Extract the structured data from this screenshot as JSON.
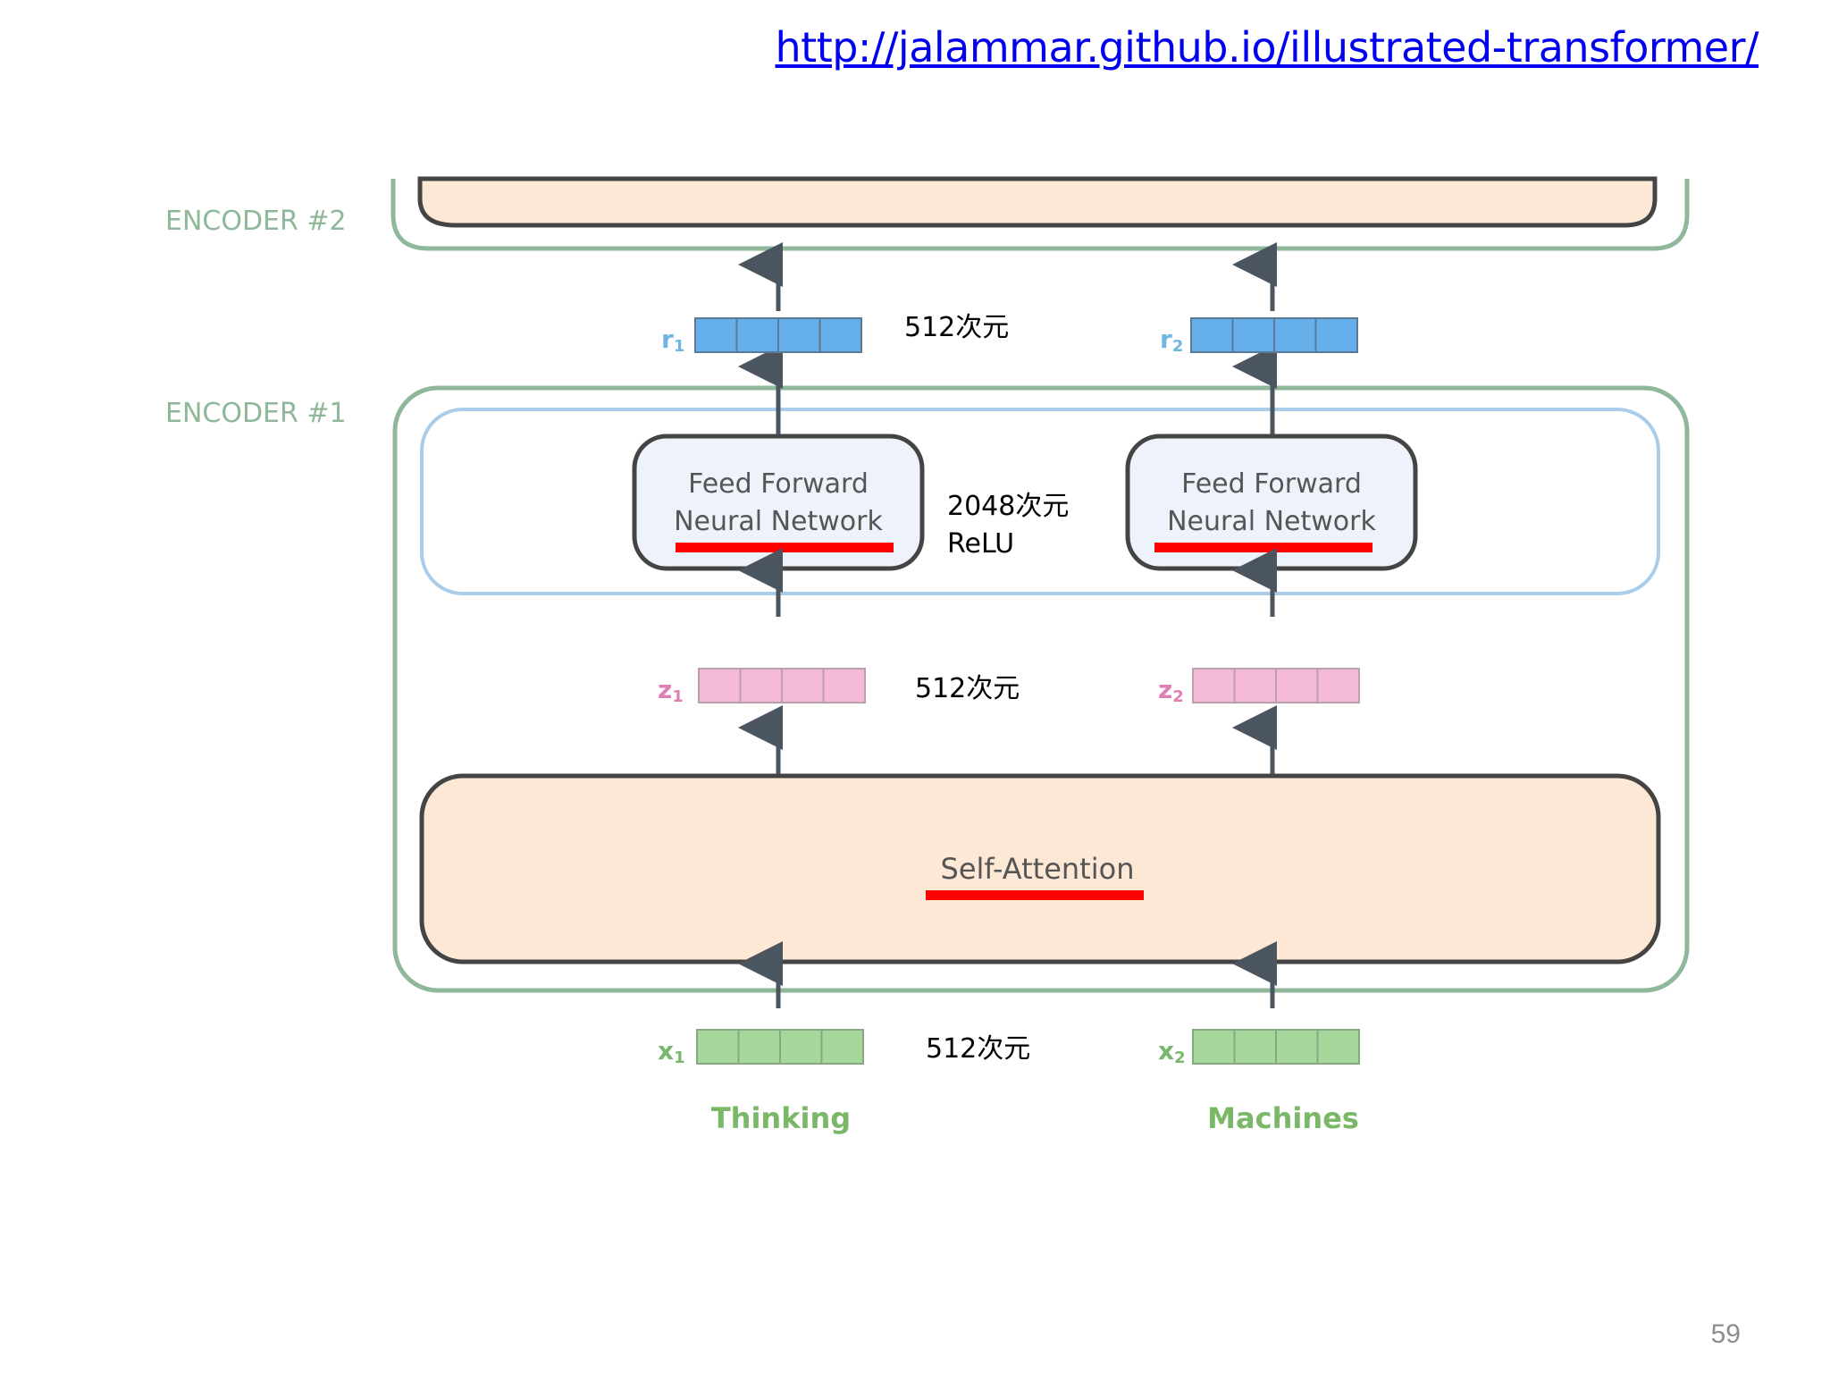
{
  "header": {
    "url": "http://jalammar.github.io/illustrated-transformer/"
  },
  "footer": {
    "page_number": "59"
  },
  "encoders": {
    "encoder2_label": "ENCODER #2",
    "encoder1_label": "ENCODER #1"
  },
  "ffn": {
    "line1": "Feed Forward",
    "line2": "Neural Network"
  },
  "self_attention": {
    "label": "Self-Attention"
  },
  "vectors": {
    "r1": "r",
    "r1_sub": "1",
    "r2": "r",
    "r2_sub": "2",
    "z1": "z",
    "z1_sub": "1",
    "z2": "z",
    "z2_sub": "2",
    "x1": "x",
    "x1_sub": "1",
    "x2": "x",
    "x2_sub": "2"
  },
  "words": {
    "word1": "Thinking",
    "word2": "Machines"
  },
  "annotations": {
    "r_dim": "512次元",
    "ffn_dim": "2048次元",
    "ffn_activation": "ReLU",
    "z_dim": "512次元",
    "x_dim": "512次元"
  },
  "colors": {
    "encoder_border": "#8fb79a",
    "ffn_layer_border": "#a9cdea",
    "ffn_fill": "#eef2fa",
    "attention_fill": "#fde7d5",
    "box_stroke": "#444444",
    "vector_blue": "#65b0ea",
    "vector_pink": "#f4b9d6",
    "vector_green": "#a5d89a",
    "label_blue": "#6fb6e0",
    "label_pink": "#e07fb1",
    "label_green": "#79b86b",
    "word_green": "#7ab868",
    "underline_red": "#ff0000",
    "arrow": "#4a5560",
    "url_blue": "#0000ee"
  }
}
